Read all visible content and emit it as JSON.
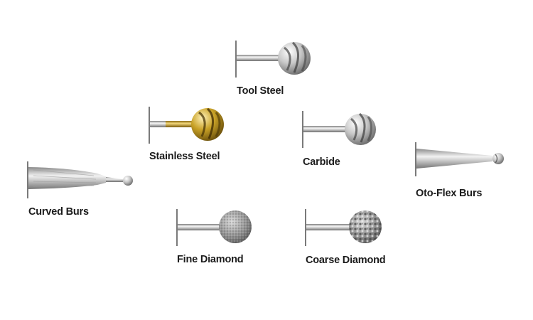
{
  "burs": [
    {
      "id": "tool-steel",
      "label": "Tool Steel",
      "head": "fluted-silver"
    },
    {
      "id": "stainless-steel",
      "label": "Stainless Steel",
      "head": "fluted-gold"
    },
    {
      "id": "carbide",
      "label": "Carbide",
      "head": "fluted-silver"
    },
    {
      "id": "oto-flex",
      "label": "Oto-Flex Burs",
      "head": "tapered-small"
    },
    {
      "id": "curved",
      "label": "Curved Burs",
      "head": "curved-small"
    },
    {
      "id": "fine-diamond",
      "label": "Fine Diamond",
      "head": "diamond-fine"
    },
    {
      "id": "coarse-diamond",
      "label": "Coarse Diamond",
      "head": "diamond-coarse"
    }
  ],
  "colors": {
    "text": "#1b1b1b",
    "shaft_dark": "#8a8a8a",
    "shaft_light": "#f2f2f2",
    "gold": "#c9a227"
  }
}
